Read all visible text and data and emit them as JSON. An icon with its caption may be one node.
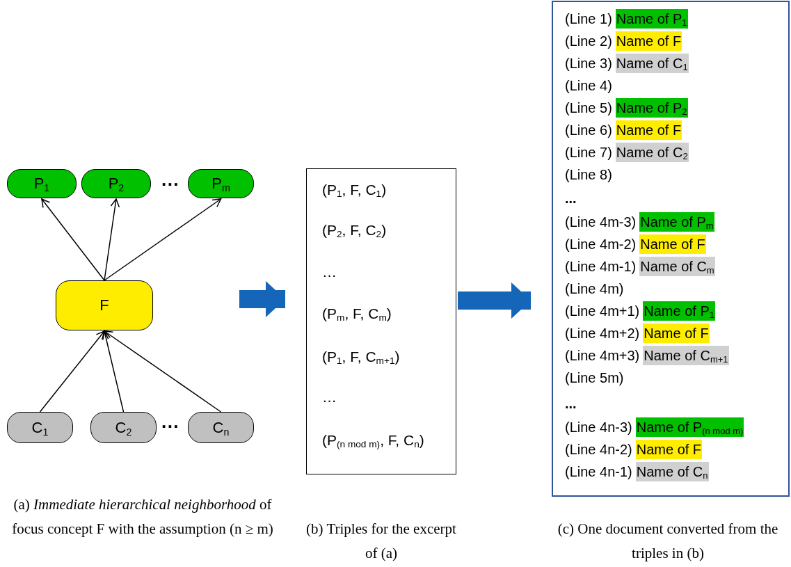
{
  "diagram": {
    "nodes": [
      {
        "text": [
          "P$_{1}$"
        ]
      },
      {
        "text": [
          "P$_{2}$"
        ]
      },
      {
        "text": [
          "P$_{m}$"
        ]
      },
      {
        "text": [
          "F"
        ]
      },
      {
        "text": [
          "C$_{1}$"
        ]
      },
      {
        "text": [
          "C$_{2}$"
        ]
      },
      {
        "text": [
          "C$_{n}$"
        ]
      },
      {
        "text": [
          "(P$_{1}$, F, C$_{1}$)",
          "(P$_{2}$, F, C$_{2}$)",
          "…",
          "(P$_{m}$, F, C$_{m}$)",
          "(P$_{1}$, F, C$_{m+1}$)",
          "…",
          "(P$_{(n mod m)}$, F, C$_{n}$)"
        ]
      },
      {
        "text": [
          "(Line 1)",
          "Name of P$_{1}$",
          "(Line 2)",
          "Name of F",
          "(Line 3)",
          "Name of C$_{1}$",
          "(Line 4)",
          "(Line 5)",
          "Name of P$_{2}$",
          "(Line 6)",
          "Name of F",
          "(Line 7)",
          "Name of C$_{2}$",
          "(Line 8)",
          "...",
          "(Line 4m-3)",
          "Name of P$_{m}$",
          "(Line 4m-2)",
          "Name of F",
          "(Line 4m-1)",
          "Name of C$_{m}$",
          "(Line 4m)",
          "(Line 4m+1)",
          "Name of P$_{1}$",
          "(Line 4m+2)",
          "Name of F",
          "(Line 4m+3)",
          "Name of C$_{m+1}$",
          "(Line 5m)",
          "...",
          "(Line 4n-3)",
          "Name of P$_{(n mod m)}$",
          "(Line 4n-2)",
          "Name of F",
          "(Line 4n-1)",
          "Name of C$_{n}$"
        ]
      }
    ],
    "edges": [
      {
        "from": 3,
        "to": 0,
        "arrow": "to"
      },
      {
        "from": 3,
        "to": 1,
        "arrow": "to"
      },
      {
        "from": 3,
        "to": 2,
        "arrow": "to"
      },
      {
        "from": 4,
        "to": 3,
        "arrow": "to"
      },
      {
        "from": 5,
        "to": 3,
        "arrow": "to"
      },
      {
        "from": 6,
        "to": 3,
        "arrow": "to"
      },
      {
        "from": null,
        "to": 7,
        "arrow": "to",
        "style": "thick",
        "color": "#1565b8"
      },
      {
        "from": 7,
        "to": 8,
        "arrow": "to",
        "style": "thick",
        "color": "#1565b8"
      }
    ],
    "labels": [
      "···",
      "···",
      "(a) *Immediate hierarchical neighborhood* of focus concept F with the assumption (n ≥ m)",
      "(b) Triples for the excerpt of (a)",
      "(c) One document converted from the triples in (b)"
    ]
  }
}
